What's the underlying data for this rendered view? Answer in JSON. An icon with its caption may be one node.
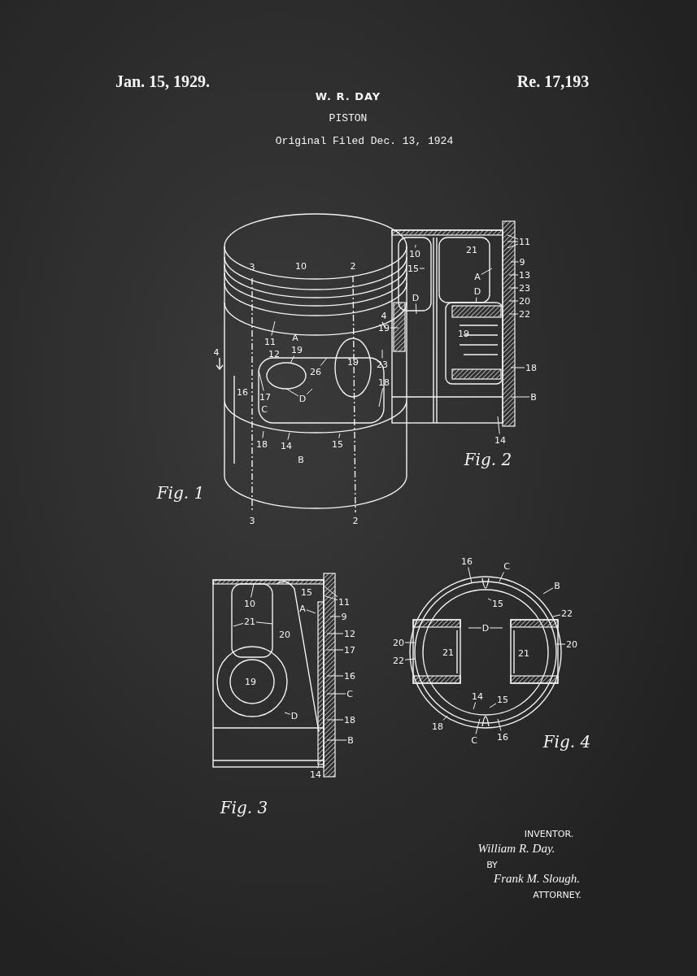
{
  "diagram": {
    "title": "PISTON",
    "nodes": [
      {
        "text": [
          "11"
        ]
      },
      {
        "text": [
          "19"
        ]
      },
      {
        "text": [
          "26"
        ]
      },
      {
        "text": [
          "19"
        ]
      },
      {
        "text": [
          "23"
        ]
      },
      {
        "text": [
          "17"
        ]
      },
      {
        "text": [
          "D"
        ]
      },
      {
        "text": [
          "18"
        ]
      },
      {
        "text": [
          "18"
        ]
      },
      {
        "text": [
          "14"
        ]
      },
      {
        "text": [
          "15"
        ]
      },
      {
        "text": [
          "10"
        ]
      },
      {
        "text": [
          "15"
        ]
      },
      {
        "text": [
          "A"
        ]
      },
      {
        "text": [
          "D"
        ]
      },
      {
        "text": [
          "D"
        ]
      },
      {
        "text": [
          "11"
        ]
      },
      {
        "text": [
          "9"
        ]
      },
      {
        "text": [
          "13"
        ]
      },
      {
        "text": [
          "23"
        ]
      },
      {
        "text": [
          "20"
        ]
      },
      {
        "text": [
          "22"
        ]
      },
      {
        "text": [
          "18"
        ]
      },
      {
        "text": [
          "B"
        ]
      },
      {
        "text": [
          "14"
        ]
      },
      {
        "text": [
          "10"
        ]
      },
      {
        "text": [
          "11"
        ]
      },
      {
        "text": [
          "A"
        ]
      },
      {
        "text": [
          "9"
        ]
      },
      {
        "text": [
          "21"
        ]
      },
      {
        "text": [
          "12"
        ]
      },
      {
        "text": [
          "17"
        ]
      },
      {
        "text": [
          "16"
        ]
      },
      {
        "text": [
          "C"
        ]
      },
      {
        "text": [
          "18"
        ]
      },
      {
        "text": [
          "B"
        ]
      },
      {
        "text": [
          "D"
        ]
      },
      {
        "text": [
          "14"
        ]
      },
      {
        "text": [
          "16"
        ]
      },
      {
        "text": [
          "C"
        ]
      },
      {
        "text": [
          "B"
        ]
      },
      {
        "text": [
          "15"
        ]
      },
      {
        "text": [
          "22"
        ]
      },
      {
        "text": [
          "D"
        ]
      },
      {
        "text": [
          "20"
        ]
      },
      {
        "text": [
          "22"
        ]
      },
      {
        "text": [
          "20"
        ]
      },
      {
        "text": [
          "14"
        ]
      },
      {
        "text": [
          "15"
        ]
      },
      {
        "text": [
          "18"
        ]
      },
      {
        "text": [
          "C"
        ]
      },
      {
        "text": [
          "16"
        ]
      }
    ],
    "edges": [
      {
        "from": 0,
        "to": null,
        "arrow": "none"
      },
      {
        "from": 1,
        "to": null,
        "arrow": "none"
      },
      {
        "from": 2,
        "to": null,
        "arrow": "none"
      },
      {
        "from": 3,
        "to": null,
        "arrow": "none"
      },
      {
        "from": 4,
        "to": null,
        "arrow": "none"
      },
      {
        "from": 5,
        "to": null,
        "arrow": "none"
      },
      {
        "from": 6,
        "to": null,
        "arrow": "none"
      },
      {
        "from": 6,
        "to": null,
        "arrow": "none"
      },
      {
        "from": 7,
        "to": null,
        "arrow": "none"
      },
      {
        "from": 8,
        "to": null,
        "arrow": "none"
      },
      {
        "from": 9,
        "to": null,
        "arrow": "none"
      },
      {
        "from": 10,
        "to": null,
        "arrow": "none"
      },
      {
        "from": 11,
        "to": null,
        "arrow": "none"
      },
      {
        "from": 12,
        "to": null,
        "arrow": "none"
      },
      {
        "from": 13,
        "to": null,
        "arrow": "none"
      },
      {
        "from": 14,
        "to": null,
        "arrow": "none"
      },
      {
        "from": 15,
        "to": null,
        "arrow": "none"
      },
      {
        "from": 16,
        "to": null,
        "arrow": "none"
      },
      {
        "from": 16,
        "to": null,
        "arrow": "none"
      },
      {
        "from": 16,
        "to": null,
        "arrow": "none"
      },
      {
        "from": 17,
        "to": null,
        "arrow": "none"
      },
      {
        "from": 18,
        "to": null,
        "arrow": "none"
      },
      {
        "from": 19,
        "to": null,
        "arrow": "none"
      },
      {
        "from": 20,
        "to": null,
        "arrow": "none"
      },
      {
        "from": 21,
        "to": null,
        "arrow": "none"
      },
      {
        "from": 22,
        "to": null,
        "arrow": "none"
      },
      {
        "from": 23,
        "to": null,
        "arrow": "none"
      },
      {
        "from": 24,
        "to": null,
        "arrow": "none"
      },
      {
        "from": 25,
        "to": null,
        "arrow": "none"
      },
      {
        "from": 26,
        "to": null,
        "arrow": "none"
      },
      {
        "from": 26,
        "to": null,
        "arrow": "none"
      },
      {
        "from": 27,
        "to": null,
        "arrow": "none"
      },
      {
        "from": 28,
        "to": null,
        "arrow": "none"
      },
      {
        "from": 29,
        "to": null,
        "arrow": "none"
      },
      {
        "from": 29,
        "to": null,
        "arrow": "none"
      },
      {
        "from": 30,
        "to": null,
        "arrow": "none"
      },
      {
        "from": 31,
        "to": null,
        "arrow": "none"
      },
      {
        "from": 32,
        "to": null,
        "arrow": "none"
      },
      {
        "from": 33,
        "to": null,
        "arrow": "none"
      },
      {
        "from": 34,
        "to": null,
        "arrow": "none"
      },
      {
        "from": 35,
        "to": null,
        "arrow": "none"
      },
      {
        "from": 36,
        "to": null,
        "arrow": "none"
      },
      {
        "from": 37,
        "to": null,
        "arrow": "none"
      },
      {
        "from": 38,
        "to": null,
        "arrow": "none"
      },
      {
        "from": 39,
        "to": null,
        "arrow": "none"
      },
      {
        "from": 40,
        "to": null,
        "arrow": "none"
      },
      {
        "from": 41,
        "to": null,
        "arrow": "none"
      },
      {
        "from": 42,
        "to": null,
        "arrow": "none"
      },
      {
        "from": 43,
        "to": null,
        "arrow": "none"
      },
      {
        "from": 43,
        "to": null,
        "arrow": "none"
      },
      {
        "from": 44,
        "to": null,
        "arrow": "none"
      },
      {
        "from": 45,
        "to": null,
        "arrow": "none"
      },
      {
        "from": 46,
        "to": null,
        "arrow": "none"
      },
      {
        "from": 47,
        "to": null,
        "arrow": "none"
      },
      {
        "from": 48,
        "to": null,
        "arrow": "none"
      },
      {
        "from": 49,
        "to": null,
        "arrow": "none"
      },
      {
        "from": 50,
        "to": null,
        "arrow": "none"
      },
      {
        "from": 51,
        "to": null,
        "arrow": "none"
      }
    ],
    "labels": [
      "Jan. 15, 1929.",
      "Re. 17,193",
      "W. R. DAY",
      "Original Filed Dec. 13, 1924",
      "10",
      "3",
      "2",
      "A",
      "12",
      "4",
      "4",
      "19",
      "16",
      "C",
      "B",
      "3",
      "2",
      "Fig. 1",
      "21",
      "19",
      "Fig. 2",
      "15",
      "20",
      "19",
      "Fig. 3",
      "21",
      "21",
      "Fig. 4",
      "INVENTOR.",
      "William R. Day.",
      "BY",
      "Frank M. Slough.",
      "ATTORNEY."
    ]
  }
}
